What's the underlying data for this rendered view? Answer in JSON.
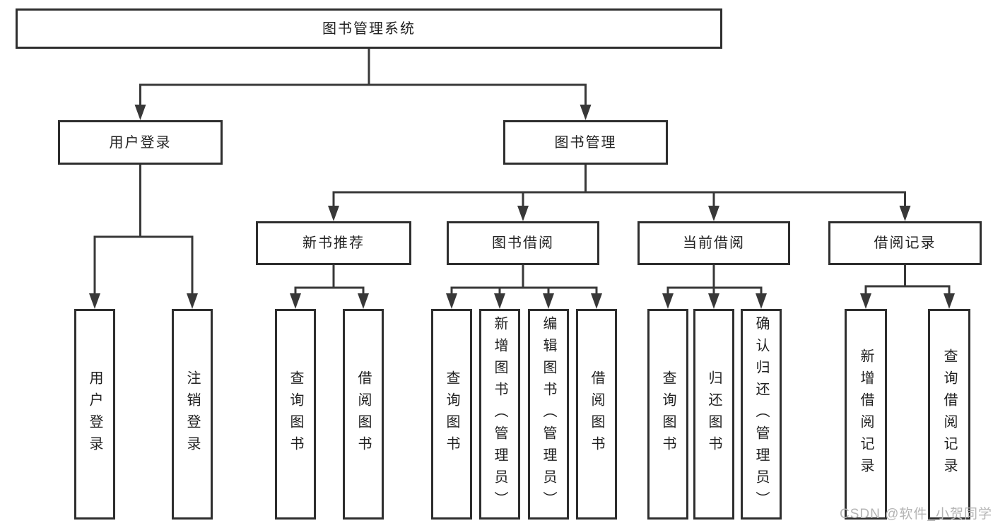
{
  "diagram": {
    "title": "图书管理系统",
    "nodes": [
      {
        "id": "root",
        "label": "图书管理系统",
        "orientation": "horizontal"
      },
      {
        "id": "user-login",
        "label": "用户登录",
        "orientation": "horizontal"
      },
      {
        "id": "book-mgmt",
        "label": "图书管理",
        "orientation": "horizontal"
      },
      {
        "id": "new-book-rec",
        "label": "新书推荐",
        "orientation": "horizontal"
      },
      {
        "id": "book-borrow",
        "label": "图书借阅",
        "orientation": "horizontal"
      },
      {
        "id": "current-borrow",
        "label": "当前借阅",
        "orientation": "horizontal"
      },
      {
        "id": "borrow-records",
        "label": "借阅记录",
        "orientation": "horizontal"
      },
      {
        "id": "leaf-user-login",
        "label": "用户登录",
        "orientation": "vertical"
      },
      {
        "id": "leaf-logout",
        "label": "注销登录",
        "orientation": "vertical"
      },
      {
        "id": "leaf-rec-query",
        "label": "查询图书",
        "orientation": "vertical"
      },
      {
        "id": "leaf-rec-borrow",
        "label": "借阅图书",
        "orientation": "vertical"
      },
      {
        "id": "leaf-bb-query",
        "label": "查询图书",
        "orientation": "vertical"
      },
      {
        "id": "leaf-bb-add",
        "label": "新增图书（管理员）",
        "orientation": "vertical"
      },
      {
        "id": "leaf-bb-edit",
        "label": "编辑图书（管理员）",
        "orientation": "vertical"
      },
      {
        "id": "leaf-bb-borrow",
        "label": "借阅图书",
        "orientation": "vertical"
      },
      {
        "id": "leaf-cb-query",
        "label": "查询图书",
        "orientation": "vertical"
      },
      {
        "id": "leaf-cb-return",
        "label": "归还图书",
        "orientation": "vertical"
      },
      {
        "id": "leaf-cb-confirm",
        "label": "确认归还（管理员）",
        "orientation": "vertical"
      },
      {
        "id": "leaf-br-add",
        "label": "新增借阅记录",
        "orientation": "vertical"
      },
      {
        "id": "leaf-br-query",
        "label": "查询借阅记录",
        "orientation": "vertical"
      }
    ],
    "edges": [
      {
        "parent": "root",
        "children": [
          "user-login",
          "book-mgmt"
        ]
      },
      {
        "parent": "user-login",
        "children": [
          "leaf-user-login",
          "leaf-logout"
        ]
      },
      {
        "parent": "book-mgmt",
        "children": [
          "new-book-rec",
          "book-borrow",
          "current-borrow",
          "borrow-records"
        ]
      },
      {
        "parent": "new-book-rec",
        "children": [
          "leaf-rec-query",
          "leaf-rec-borrow"
        ]
      },
      {
        "parent": "book-borrow",
        "children": [
          "leaf-bb-query",
          "leaf-bb-add",
          "leaf-bb-edit",
          "leaf-bb-borrow"
        ]
      },
      {
        "parent": "current-borrow",
        "children": [
          "leaf-cb-query",
          "leaf-cb-return",
          "leaf-cb-confirm"
        ]
      },
      {
        "parent": "borrow-records",
        "children": [
          "leaf-br-add",
          "leaf-br-query"
        ]
      }
    ]
  },
  "watermark": {
    "text": "CSDN @软件_小贺同学"
  },
  "colors": {
    "background": "#ffffff",
    "line": "#383838",
    "box_border": "#2e2e2e",
    "box_fill": "#ffffff",
    "text": "#222222",
    "watermark": "#b4b4b4"
  }
}
